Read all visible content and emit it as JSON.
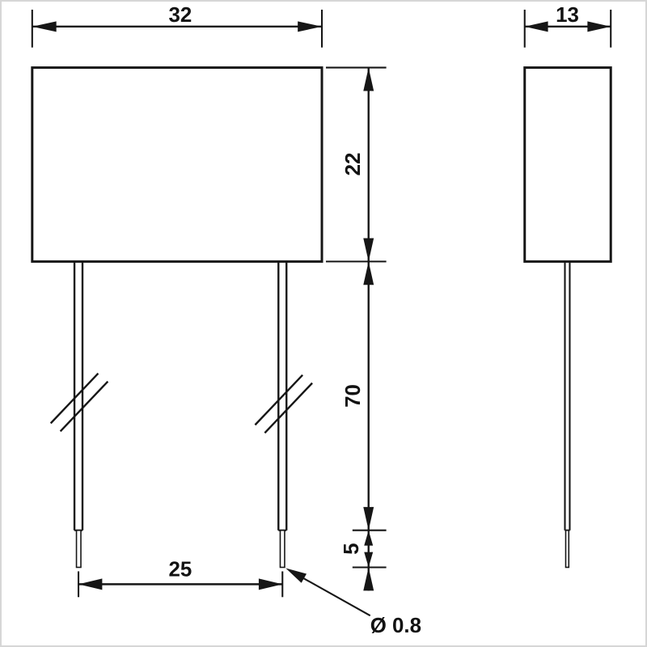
{
  "drawing": {
    "kind": "technical-dimension-drawing",
    "views": {
      "front": {
        "body_width": "32",
        "body_height": "22",
        "lead_length": "70",
        "lead_tip_length": "5",
        "lead_spacing": "25",
        "lead_diameter": "Ø 0.8"
      },
      "side": {
        "body_depth": "13"
      }
    }
  }
}
